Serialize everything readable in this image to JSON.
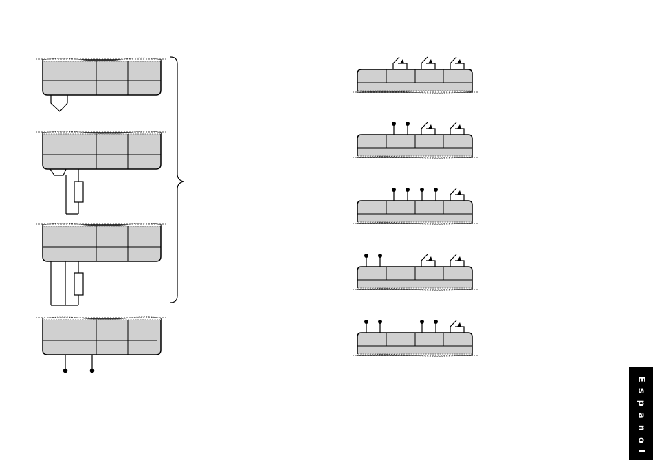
{
  "language_tab": {
    "label": "Español",
    "background": "#000000",
    "color": "#ffffff"
  },
  "colors": {
    "module_fill": "#d0d0d0",
    "line": "#000000"
  },
  "left_modules": [
    {
      "id": "a",
      "terminal": "angled-plug",
      "in_bracket": true
    },
    {
      "id": "b",
      "terminal": "plug-with-resistor",
      "in_bracket": true
    },
    {
      "id": "c",
      "terminal": "two-wires-with-resistor",
      "in_bracket": true
    },
    {
      "id": "d",
      "terminal": "two-dot-contacts",
      "in_bracket": false
    }
  ],
  "right_modules": [
    {
      "id": "r1",
      "slots": [
        "switch",
        "switch",
        "switch"
      ]
    },
    {
      "id": "r2",
      "slots": [
        "dots",
        "switch",
        "switch"
      ]
    },
    {
      "id": "r3",
      "slots": [
        "dots",
        "dots",
        "switch"
      ]
    },
    {
      "id": "r4",
      "slots": [
        "dots-left",
        "switch",
        "switch"
      ]
    },
    {
      "id": "r5",
      "slots": [
        "dots-left",
        "dots",
        "switch"
      ]
    }
  ]
}
